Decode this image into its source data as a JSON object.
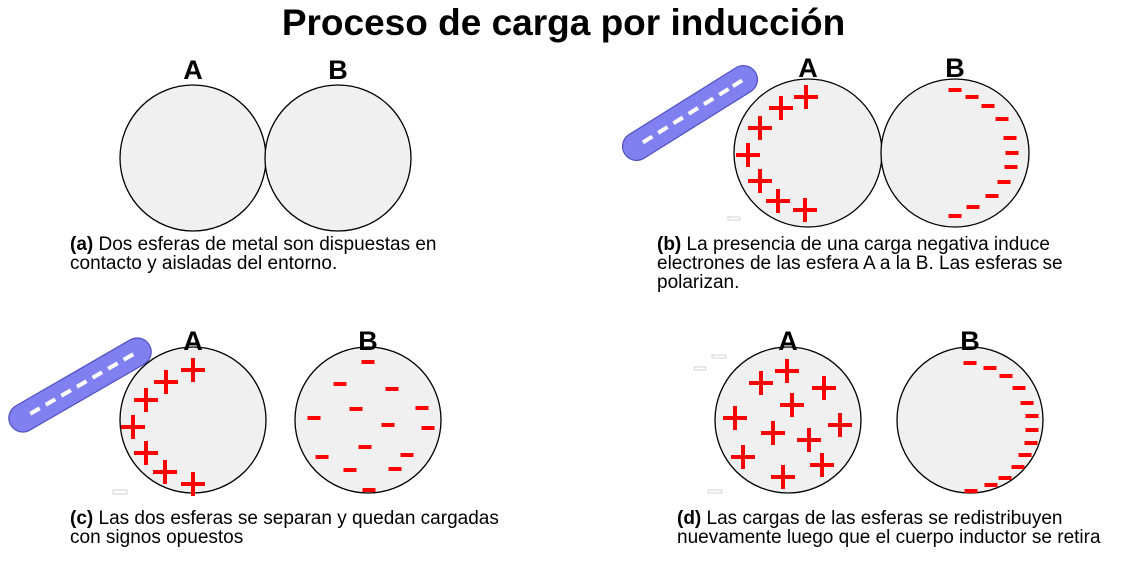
{
  "title": "Proceso de carga por inducción",
  "panels": {
    "a": {
      "label_a": "A",
      "label_b": "B",
      "caption_letter": "(a)",
      "caption_text": " Dos esferas de metal son  dispuestas en contacto y aisladas del entorno."
    },
    "b": {
      "label_a": "A",
      "label_b": "B",
      "caption_letter": "(b)",
      "caption_text": " La presencia de una carga negativa induce electrones de las esfera A a la B. Las esferas se polarizan."
    },
    "c": {
      "label_a": "A",
      "label_b": "B",
      "caption_letter": "(c)",
      "caption_text": " Las dos esferas se separan y quedan cargadas con signos opuestos"
    },
    "d": {
      "label_a": "A",
      "label_b": "B",
      "caption_letter": "(d)",
      "caption_text": " Las cargas de las esferas se redistribuyen nuevamente luego que el cuerpo inductor se retira"
    }
  },
  "colors": {
    "charge": "#ff0000",
    "rod": "#8080f0",
    "sphere": "#f0f0f0"
  }
}
